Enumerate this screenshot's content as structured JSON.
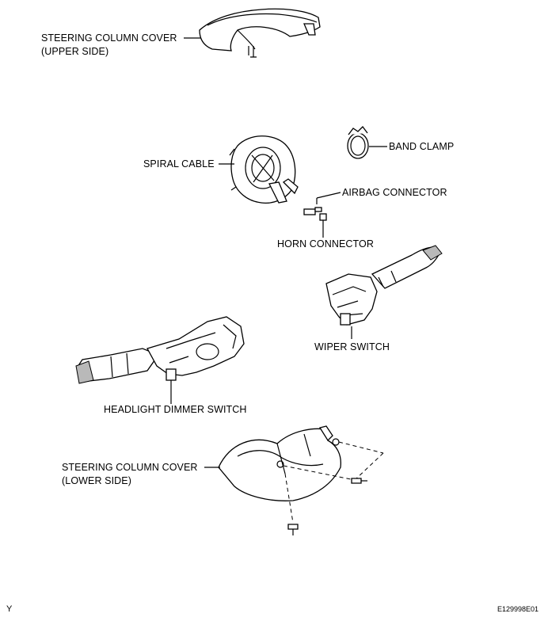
{
  "labels": {
    "upper_cover_1": "STEERING COLUMN COVER",
    "upper_cover_2": "(UPPER SIDE)",
    "band_clamp": "BAND CLAMP",
    "spiral_cable": "SPIRAL CABLE",
    "airbag_connector": "AIRBAG CONNECTOR",
    "horn_connector": "HORN CONNECTOR",
    "wiper_switch": "WIPER SWITCH",
    "headlight_dimmer_switch": "HEADLIGHT DIMMER SWITCH",
    "lower_cover_1": "STEERING COLUMN COVER",
    "lower_cover_2": "(LOWER SIDE)"
  },
  "footer": {
    "left_mark": "Y",
    "figure_code": "E129998E01"
  }
}
